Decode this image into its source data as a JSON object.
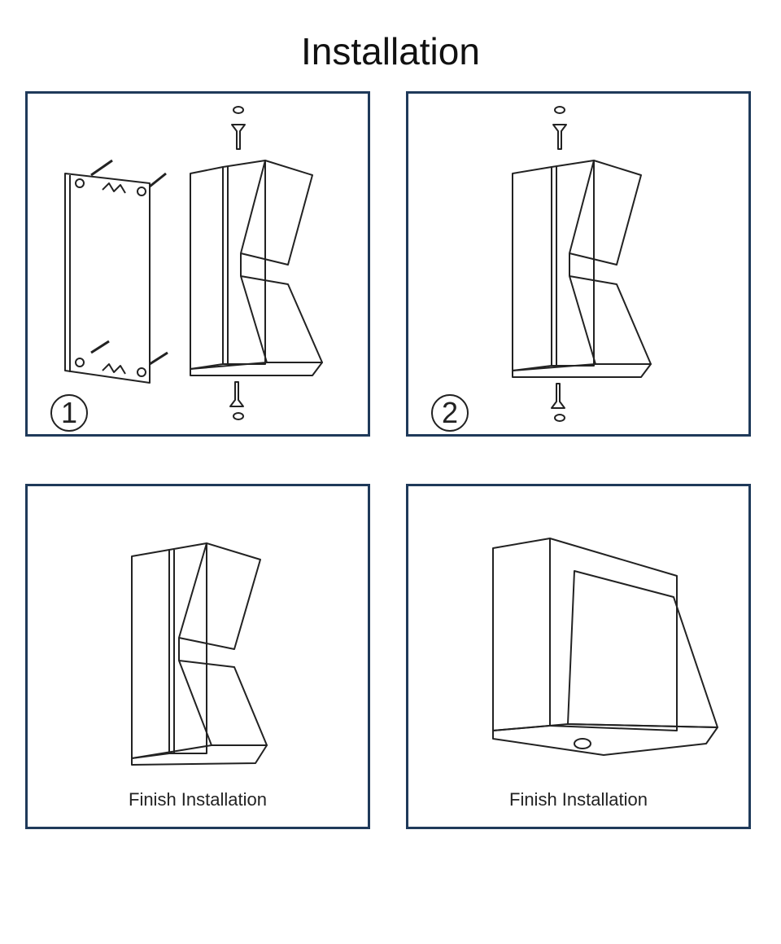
{
  "title": "Installation",
  "panels": [
    {
      "step": "1"
    },
    {
      "step": "2"
    },
    {
      "caption": "Finish Installation"
    },
    {
      "caption": "Finish Installation"
    }
  ],
  "colors": {
    "border": "#1f3a5a",
    "line": "#222222"
  }
}
